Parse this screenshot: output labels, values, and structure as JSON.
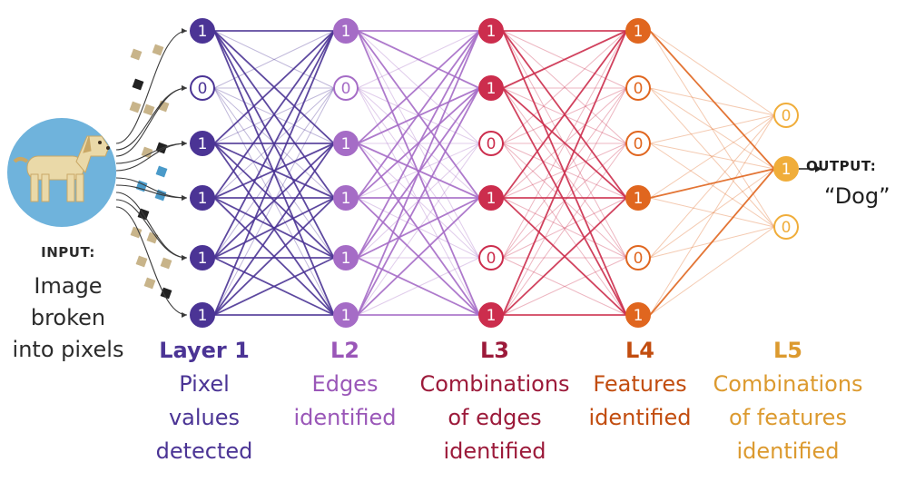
{
  "colors": {
    "layer1": "#4b3495",
    "layer2": "#a56cc6",
    "layer3": "#cc2d4d",
    "layer4": "#e0661f",
    "layer5": "#f0ad3a",
    "l2_text": "#9a57b8",
    "l3_text": "#9c1a3a",
    "l4_text": "#c24d0f",
    "l5_text": "#dc9a2f",
    "dog_circle": "#6fb3dc"
  },
  "input": {
    "label": "INPUT:",
    "description_lines": [
      "Image",
      "broken",
      "into pixels"
    ]
  },
  "output": {
    "label": "OUTPUT:",
    "value": "“Dog”"
  },
  "layers": [
    {
      "title": "Layer 1",
      "lines": [
        "Pixel",
        "values",
        "detected"
      ],
      "nodes": [
        "1",
        "0",
        "1",
        "1",
        "1",
        "1"
      ]
    },
    {
      "title": "L2",
      "lines": [
        "Edges",
        "identified"
      ],
      "nodes": [
        "1",
        "0",
        "1",
        "1",
        "1",
        "1"
      ]
    },
    {
      "title": "L3",
      "lines": [
        "Combinations",
        "of edges",
        "identified"
      ],
      "nodes": [
        "1",
        "1",
        "0",
        "1",
        "0",
        "1"
      ]
    },
    {
      "title": "L4",
      "lines": [
        "Features",
        "identified"
      ],
      "nodes": [
        "1",
        "0",
        "0",
        "1",
        "0",
        "1"
      ]
    },
    {
      "title": "L5",
      "lines": [
        "Combinations",
        "of features",
        "identified"
      ],
      "nodes": [
        "0",
        "1",
        "0"
      ]
    }
  ]
}
